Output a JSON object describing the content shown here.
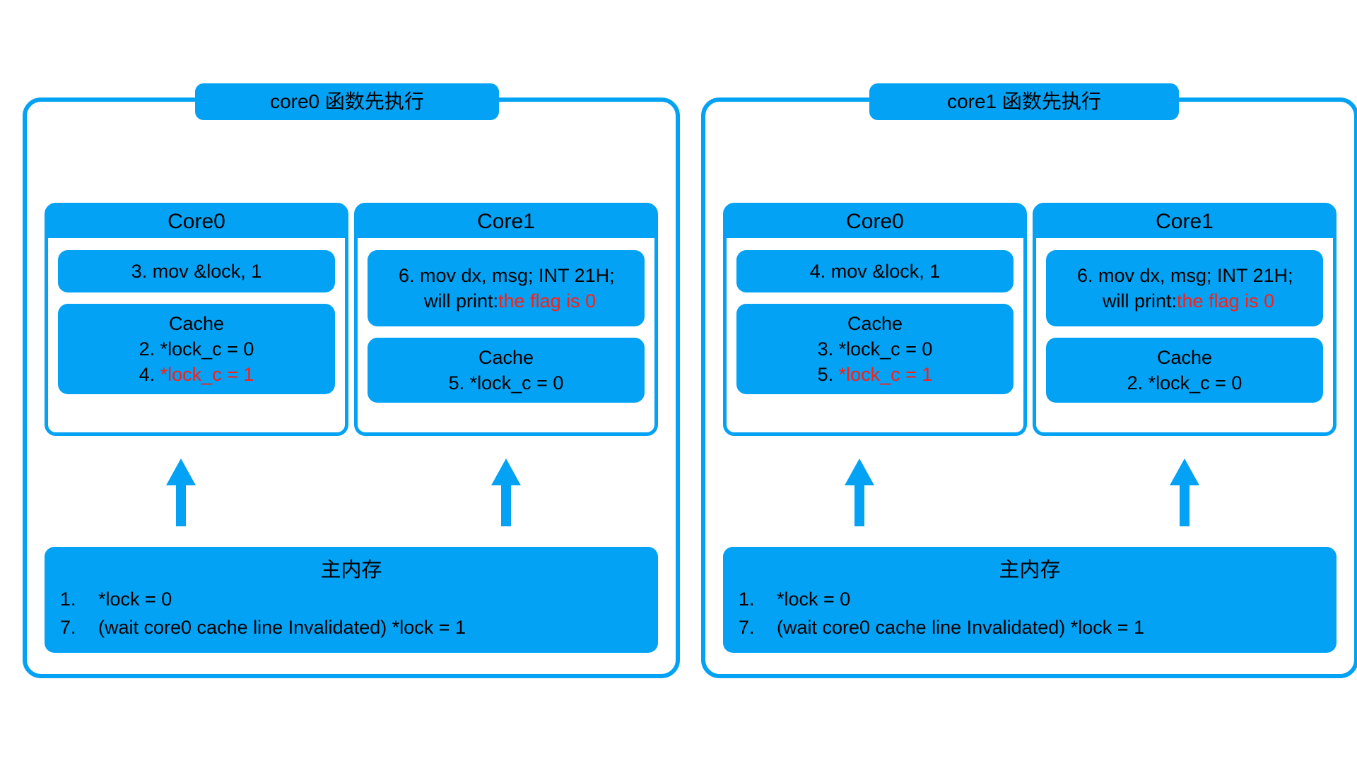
{
  "colors": {
    "accent": "#03A2F4",
    "highlight": "#FF1D14",
    "text": "#000000",
    "background": "#FFFFFF"
  },
  "panels": [
    {
      "title": "core0 函数先执行",
      "cores": [
        {
          "name": "Core0",
          "instruction": {
            "text": "3. mov &lock, 1",
            "lines": 1
          },
          "cache": {
            "title": "Cache",
            "entries": [
              {
                "num": "2.",
                "text": "*lock_c = 0",
                "highlight": false
              },
              {
                "num": "4.",
                "text": "*lock_c = 1",
                "highlight": true
              }
            ]
          }
        },
        {
          "name": "Core1",
          "instruction": {
            "line1": "6. mov dx, msg; INT 21H;",
            "line2_prefix": "will print:",
            "line2_highlight": "the flag is 0",
            "lines": 2
          },
          "cache": {
            "title": "Cache",
            "entries": [
              {
                "num": "5.",
                "text": "*lock_c = 0",
                "highlight": false
              }
            ]
          }
        }
      ],
      "memory": {
        "title": "主内存",
        "lines": [
          {
            "num": "1.",
            "text": "*lock = 0"
          },
          {
            "num": "7.",
            "text": "(wait core0 cache line Invalidated) *lock = 1"
          }
        ]
      }
    },
    {
      "title": "core1 函数先执行",
      "cores": [
        {
          "name": "Core0",
          "instruction": {
            "text": "4. mov &lock, 1",
            "lines": 1
          },
          "cache": {
            "title": "Cache",
            "entries": [
              {
                "num": "3.",
                "text": "*lock_c = 0",
                "highlight": false
              },
              {
                "num": "5.",
                "text": "*lock_c = 1",
                "highlight": true
              }
            ]
          }
        },
        {
          "name": "Core1",
          "instruction": {
            "line1": "6. mov dx, msg; INT 21H;",
            "line2_prefix": "will print:",
            "line2_highlight": "the flag is 0",
            "lines": 2
          },
          "cache": {
            "title": "Cache",
            "entries": [
              {
                "num": "2.",
                "text": "*lock_c = 0",
                "highlight": false
              }
            ]
          }
        }
      ],
      "memory": {
        "title": "主内存",
        "lines": [
          {
            "num": "1.",
            "text": "*lock = 0"
          },
          {
            "num": "7.",
            "text": "(wait core0 cache line Invalidated) *lock = 1"
          }
        ]
      }
    }
  ],
  "arrows": {
    "direction": "up",
    "label": "memory-to-core-arrow",
    "count_per_panel": 2
  }
}
